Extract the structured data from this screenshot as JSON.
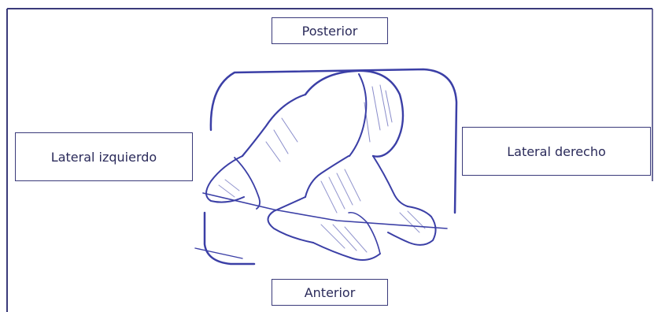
{
  "labels": {
    "posterior": "Posterior",
    "anterior": "Anterior",
    "left": "Lateral izquierdo",
    "right": "Lateral derecho"
  },
  "colors": {
    "frame": "#3a3a7a",
    "ink": "#3b3fa6",
    "text": "#2a2a5a"
  }
}
